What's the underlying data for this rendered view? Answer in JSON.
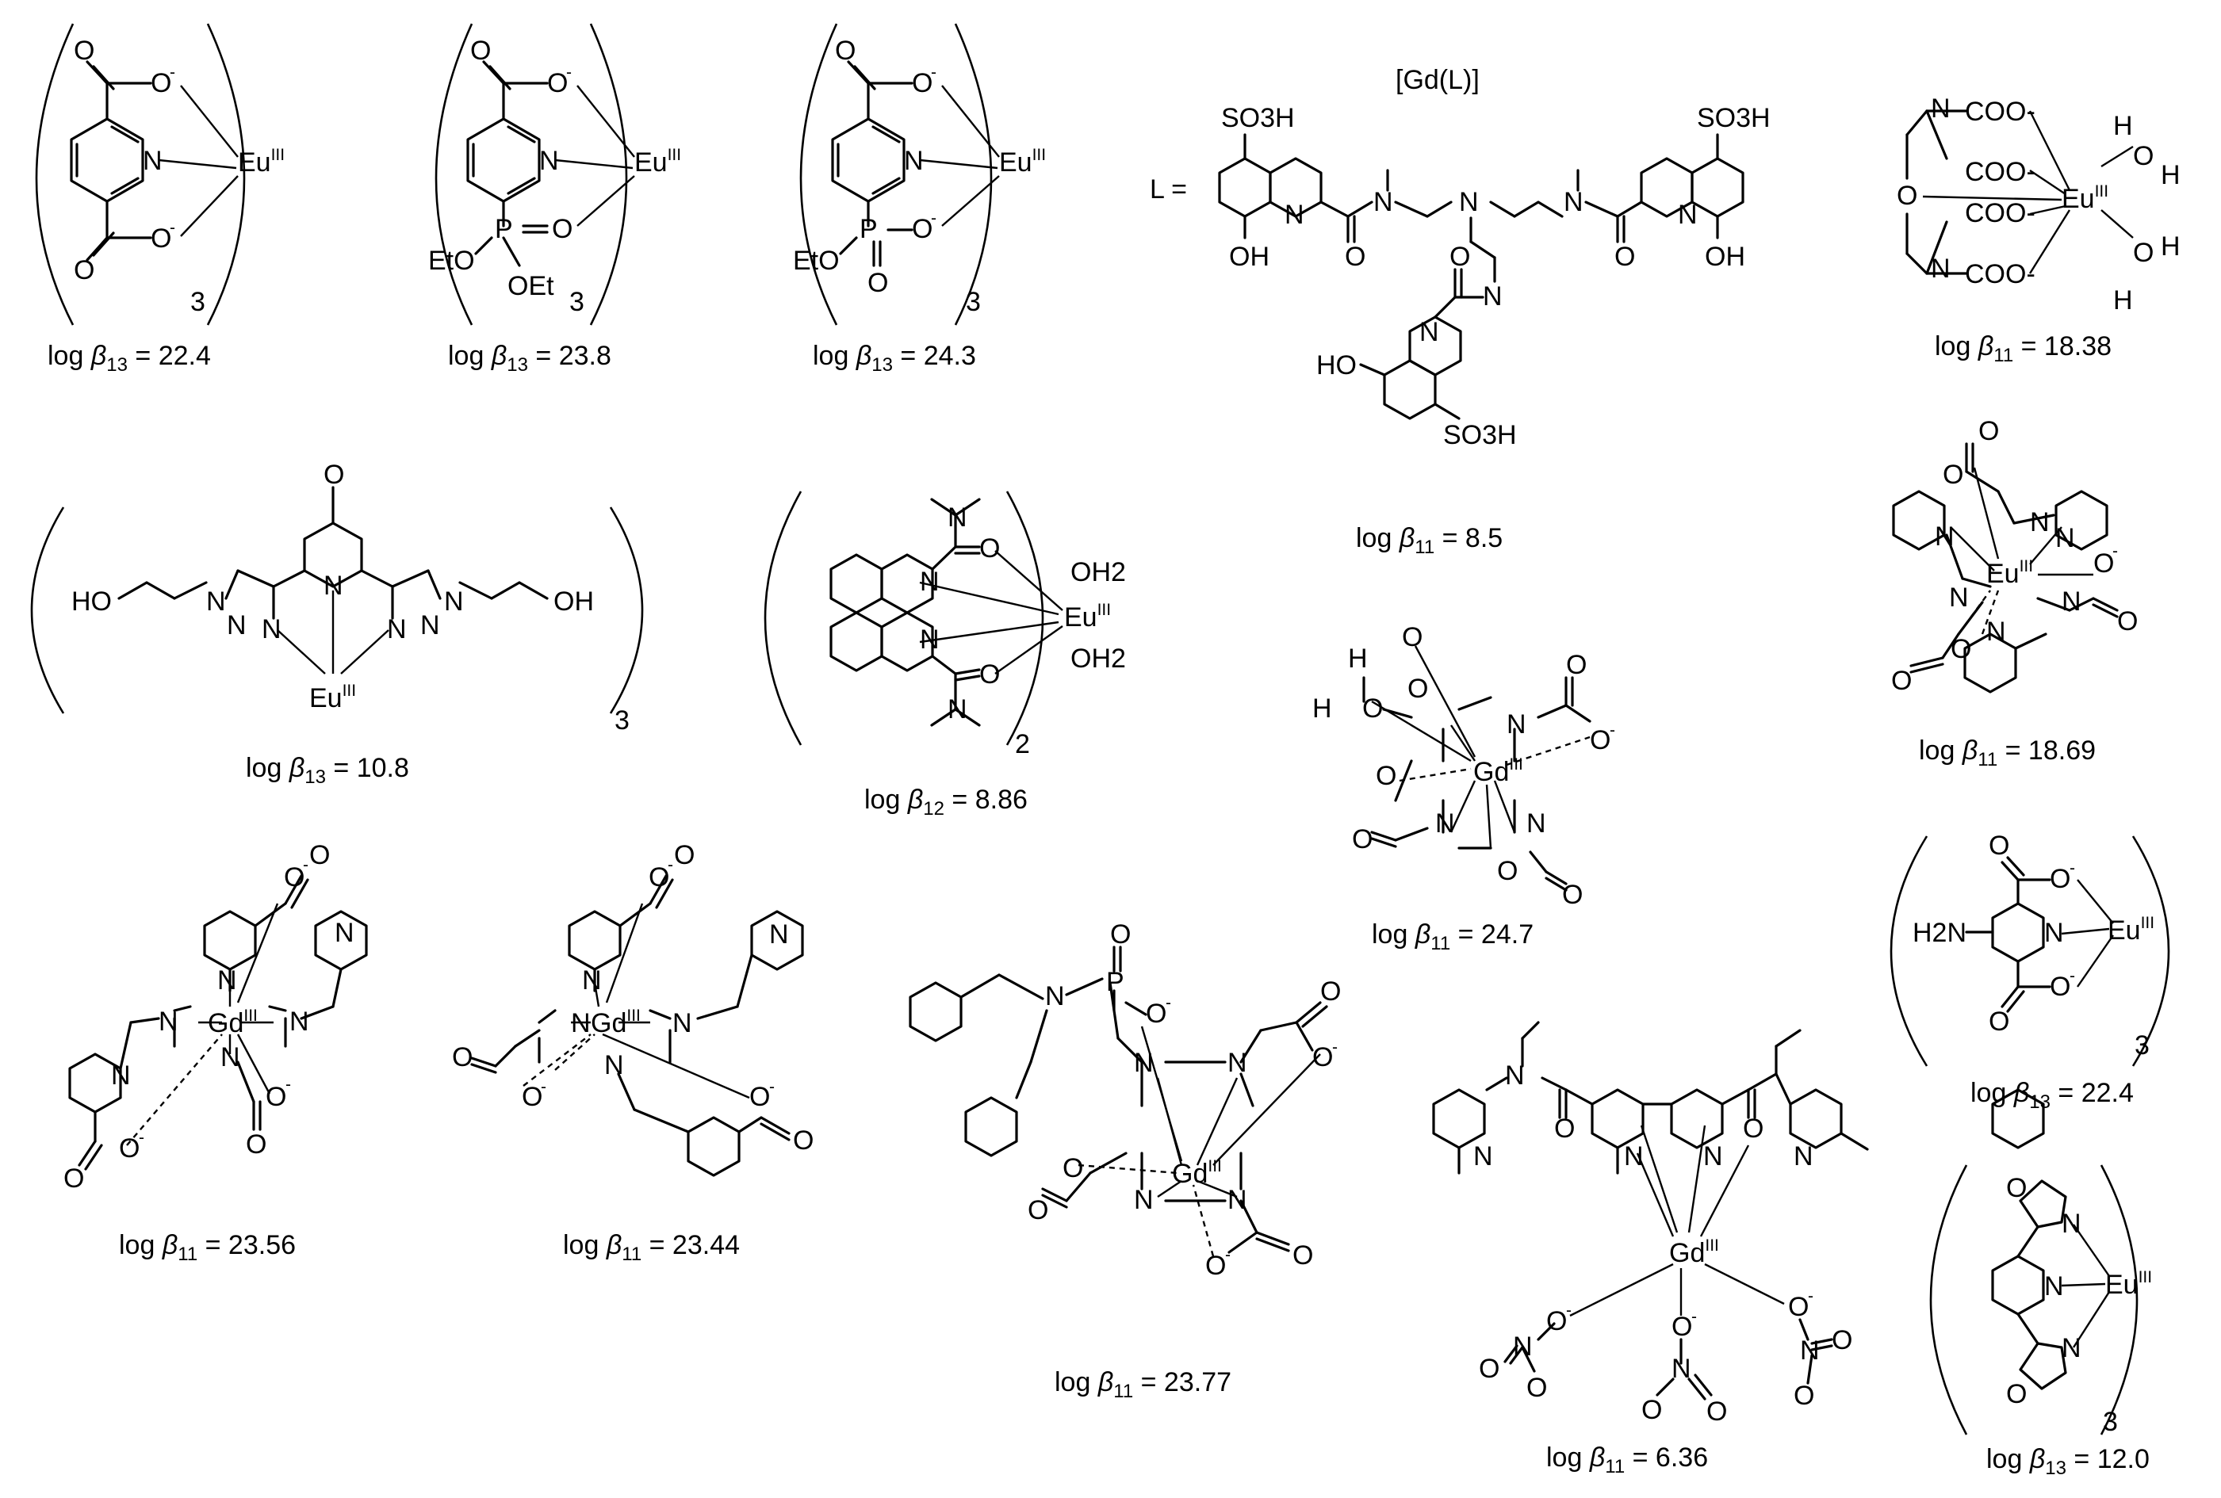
{
  "captions": {
    "c1": {
      "prefix": "log ",
      "beta": "β",
      "sub": "13",
      "suffix": " = 22.4"
    },
    "c2": {
      "prefix": "log ",
      "beta": "β",
      "sub": "13",
      "suffix": " = 23.8"
    },
    "c3": {
      "prefix": "log ",
      "beta": "β",
      "sub": "13",
      "suffix": " = 24.3"
    },
    "c4": {
      "prefix": "log ",
      "beta": "β",
      "sub": "11",
      "suffix": " = 8.5"
    },
    "c5": {
      "prefix": "log ",
      "beta": "β",
      "sub": "11",
      "suffix": " = 18.38"
    },
    "c6": {
      "prefix": "log ",
      "beta": "β",
      "sub": "13",
      "suffix": " = 10.8"
    },
    "c7": {
      "prefix": "log ",
      "beta": "β",
      "sub": "12",
      "suffix": " = 8.86"
    },
    "c8": {
      "prefix": "log ",
      "beta": "β",
      "sub": "11",
      "suffix": " = 24.7"
    },
    "c9": {
      "prefix": "log ",
      "beta": "β",
      "sub": "11",
      "suffix": " = 18.69"
    },
    "c10": {
      "prefix": "log ",
      "beta": "β",
      "sub": "11",
      "suffix": " = 23.56"
    },
    "c11": {
      "prefix": "log ",
      "beta": "β",
      "sub": "11",
      "suffix": " = 23.44"
    },
    "c12": {
      "prefix": "log ",
      "beta": "β",
      "sub": "11",
      "suffix": " = 23.77"
    },
    "c13": {
      "prefix": "log ",
      "beta": "β",
      "sub": "11",
      "suffix": " = 6.36"
    },
    "c14": {
      "prefix": "log ",
      "beta": "β",
      "sub": "13",
      "suffix": " = 22.4"
    },
    "c15": {
      "prefix": "log ",
      "beta": "β",
      "sub": "13",
      "suffix": " = 12.0"
    }
  },
  "header": {
    "gd_complex": "[Gd(L)]",
    "ligand_label": "L ="
  },
  "stoichiometry": {
    "s1": "3",
    "s2": "3",
    "s3": "3",
    "s6": "3",
    "s7": "2",
    "s14": "3",
    "s15": "3"
  },
  "metals": {
    "eu": "Eu",
    "gd": "Gd",
    "oxidation": "III"
  },
  "atoms": {
    "N": "N",
    "O": "O",
    "P": "P",
    "H": "H",
    "Ominus": "O-",
    "OEt": "OEt",
    "EtO": "EtO",
    "OH": "OH",
    "HO": "HO",
    "H2N": "H2N",
    "SO3H": "SO3H",
    "COO": "COO-",
    "OH2": "OH2",
    "minus": "-"
  },
  "colors": {
    "ink": "#000000",
    "background": "#ffffff"
  }
}
